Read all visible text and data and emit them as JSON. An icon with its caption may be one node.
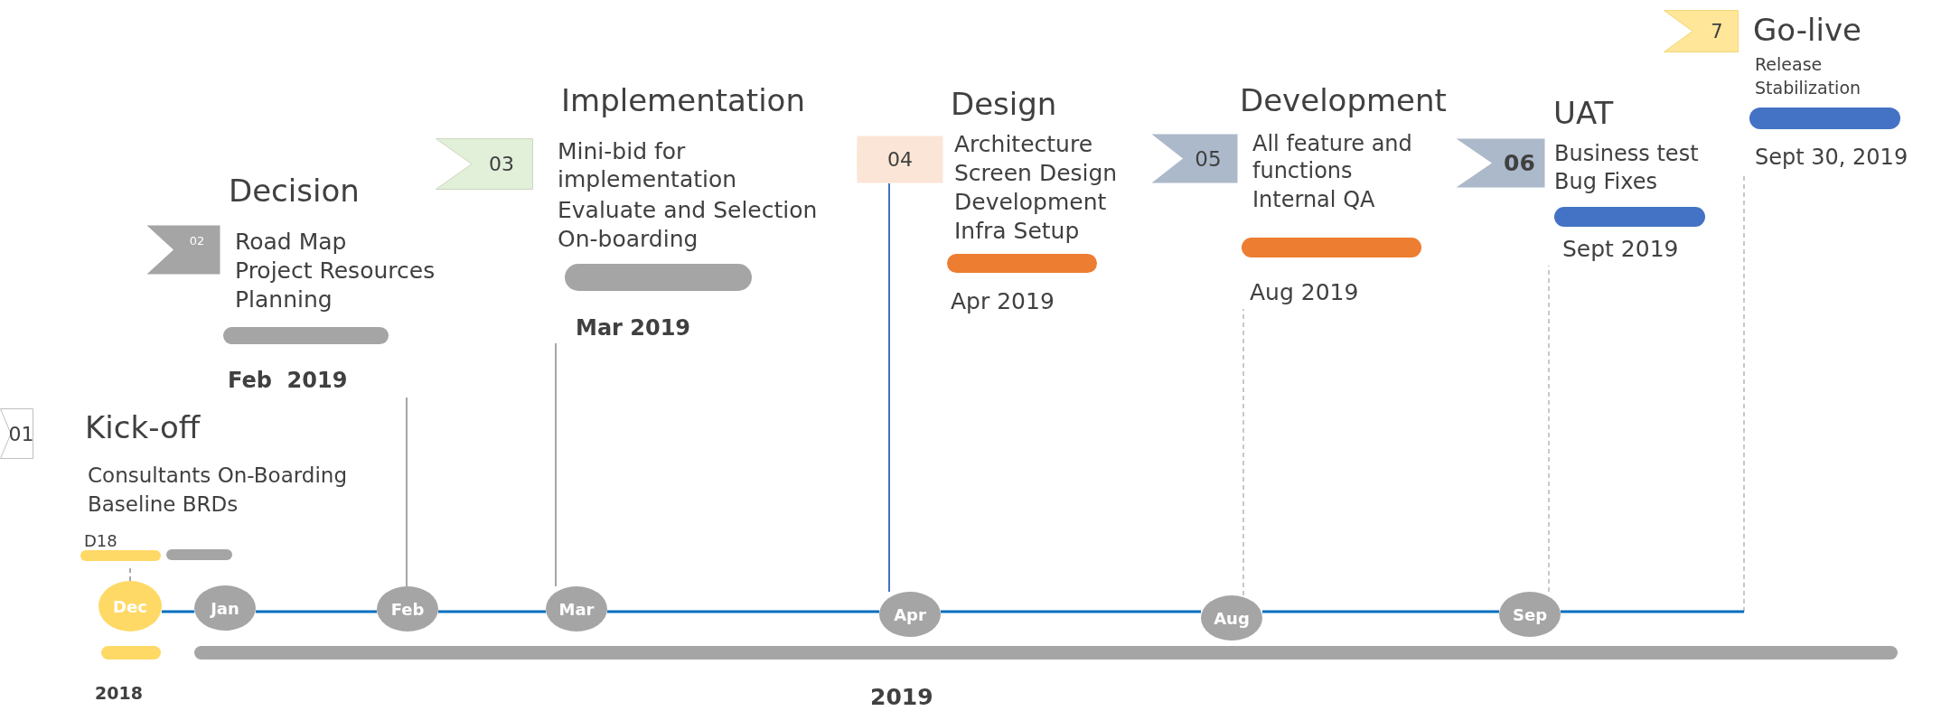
{
  "diagram": {
    "nodes": [
      {
        "text": [
          "Kick-off",
          "Consultants On-Boarding",
          "Baseline BRDs",
          "D18"
        ]
      },
      {
        "text": [
          "01"
        ]
      },
      {
        "text": [
          "Decision",
          "Road Map",
          "Project Resources",
          "Planning",
          "Feb  2019"
        ]
      },
      {
        "text": [
          "02"
        ]
      },
      {
        "text": [
          "Implementation",
          "Mini-bid for implementation",
          "Evaluate and Selection",
          "On-boarding",
          "Mar 2019"
        ]
      },
      {
        "text": [
          "03"
        ]
      },
      {
        "text": [
          "Design",
          "Architecture",
          "Screen Design",
          "Development",
          "Infra Setup",
          "Apr 2019"
        ]
      },
      {
        "text": [
          "04"
        ]
      },
      {
        "text": [
          "Development",
          "All feature and functions",
          "Internal QA",
          "Aug 2019"
        ]
      },
      {
        "text": [
          "05"
        ]
      },
      {
        "text": [
          "UAT",
          "Business test",
          "Bug Fixes",
          "Sept 2019"
        ]
      },
      {
        "text": [
          "06"
        ]
      },
      {
        "text": [
          "Go-live",
          "Release",
          "Stabilization",
          "Sept 30, 2019"
        ]
      },
      {
        "text": [
          "7"
        ]
      },
      {
        "text": [
          "Dec"
        ]
      },
      {
        "text": [
          "Jan"
        ]
      },
      {
        "text": [
          "Feb"
        ]
      },
      {
        "text": [
          "Mar"
        ]
      },
      {
        "text": [
          "Apr"
        ]
      },
      {
        "text": [
          "Aug"
        ]
      },
      {
        "text": [
          "Sep"
        ]
      },
      {
        "text": [
          "2018"
        ]
      },
      {
        "text": [
          "2019"
        ]
      }
    ],
    "edges": [
      {
        "from": 14,
        "to": 0,
        "arrow": "none",
        "style": "dashed",
        "color": "#a6a6a6"
      },
      {
        "from": 16,
        "to": 2,
        "arrow": "none",
        "color": "#a6a6a6"
      },
      {
        "from": 17,
        "to": 4,
        "arrow": "none",
        "color": "#a6a6a6"
      },
      {
        "from": 18,
        "to": 7,
        "arrow": "none",
        "color": "#4472c4"
      },
      {
        "from": 19,
        "to": 8,
        "arrow": "none",
        "style": "dashed",
        "color": "#c8c8c8"
      },
      {
        "from": 20,
        "to": 10,
        "arrow": "none",
        "style": "dashed",
        "color": "#c8c8c8"
      },
      {
        "from": null,
        "to": 12,
        "arrow": "none",
        "style": "dashed",
        "color": "#c8c8c8"
      },
      {
        "from": 14,
        "to": 15,
        "arrow": "none"
      },
      {
        "from": 15,
        "to": 16,
        "arrow": "none"
      },
      {
        "from": 16,
        "to": 17,
        "arrow": "none"
      },
      {
        "from": 17,
        "to": 18,
        "arrow": "none"
      },
      {
        "from": 18,
        "to": 19,
        "arrow": "none"
      },
      {
        "from": 19,
        "to": 20,
        "arrow": "none"
      },
      {
        "from": 20,
        "to": null,
        "arrow": "none"
      }
    ]
  }
}
